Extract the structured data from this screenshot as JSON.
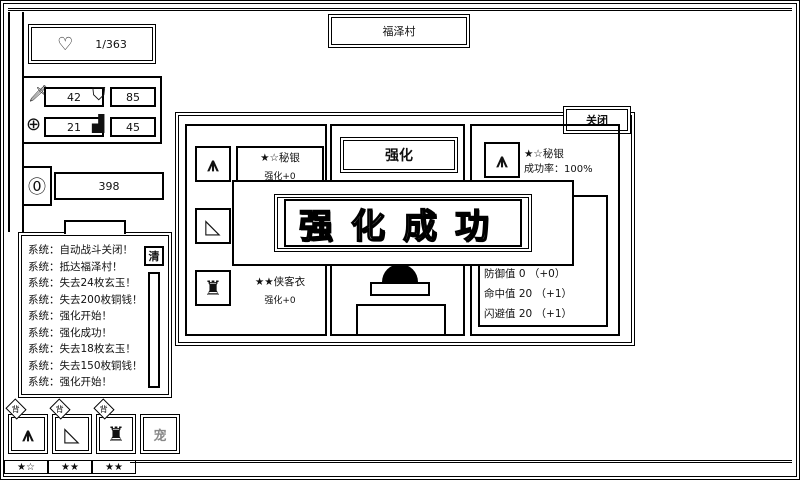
{
  "location": "福泽村",
  "player": {
    "hp": "1/363",
    "attack": "42",
    "defense": "85",
    "accuracy": "21",
    "speed": "45",
    "money": "398"
  },
  "log": {
    "clear_label": "清",
    "lines": [
      "系统：自动战斗关闭！",
      "系统：抵达福泽村！",
      "系统：失去24枚玄玉！",
      "系统：失去200枚铜钱！",
      "系统：强化开始！",
      "系统：强化成功！",
      "系统：失去18枚玄玉！",
      "系统：失去150枚铜钱！",
      "系统：强化开始！"
    ]
  },
  "equip_bar": [
    {
      "icon": "weapon-icon",
      "stars": "★☆",
      "badge": "背"
    },
    {
      "icon": "pants-icon",
      "stars": "★★",
      "badge": "背"
    },
    {
      "icon": "armor-icon",
      "stars": "★★",
      "badge": "背"
    },
    {
      "icon": "empty-slot-icon",
      "label": "宠"
    }
  ],
  "modal": {
    "close_label": "关闭",
    "title": "强化",
    "items": [
      {
        "icon": "weapon-icon",
        "name": "★☆秘银",
        "level": "强化+0"
      },
      {
        "icon": "pants-icon",
        "name": "",
        "level": ""
      },
      {
        "icon": "armor-icon",
        "name": "★★侠客衣",
        "level": "强化+0"
      }
    ],
    "selected": {
      "name": "★☆秘银",
      "success_rate": "成功率：100%",
      "stats": [
        "防御值 0 （+0）",
        "命中值 20 （+1）",
        "闪避值 20 （+1）"
      ]
    },
    "banner": "强化成功"
  }
}
